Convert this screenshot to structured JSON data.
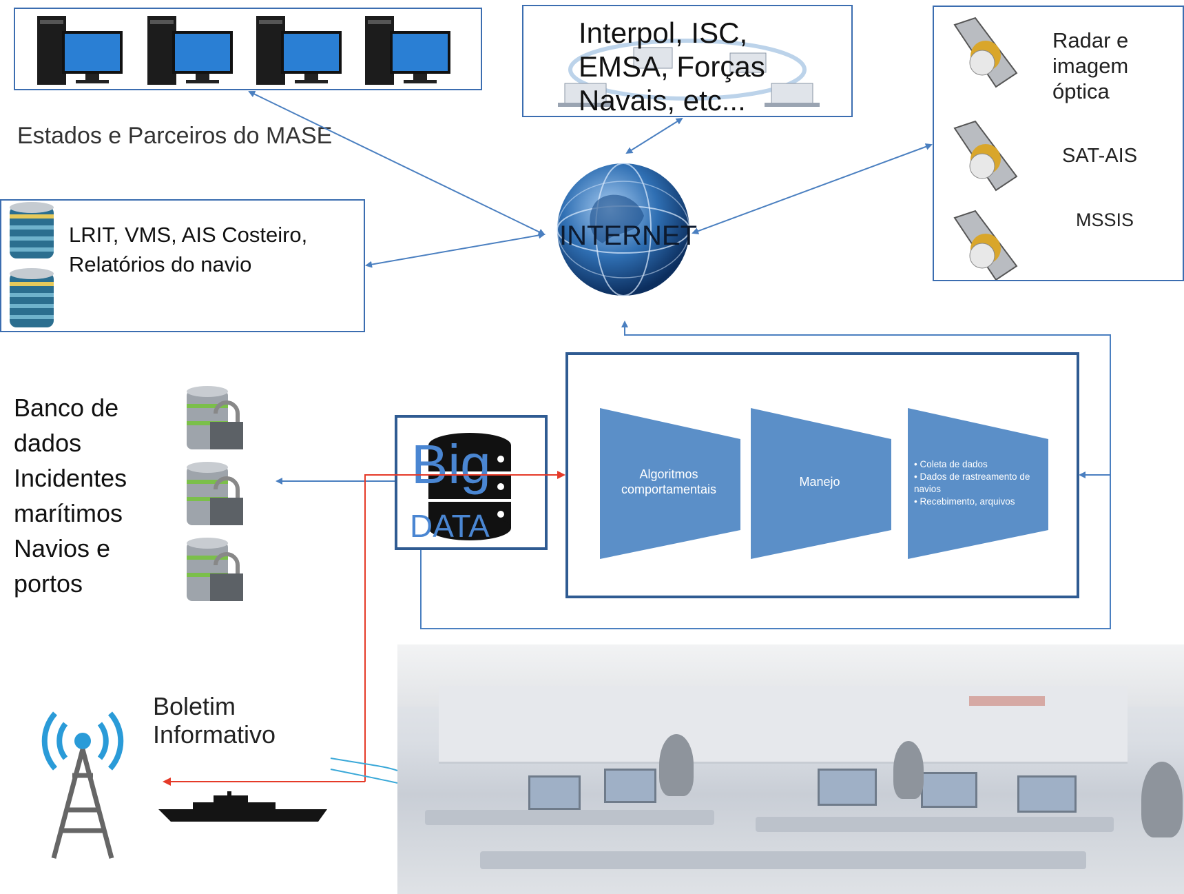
{
  "states_label": "Estados e Parceiros do MASE",
  "interpol_text": "Interpol, ISC, EMSA, Forças Navais, etc...",
  "satellite_labels": {
    "radar": "Radar e imagem óptica",
    "sat_ais": "SAT-AIS",
    "mssis": "MSSIS"
  },
  "lrit_text": "LRIT, VMS, AIS Costeiro, Relatórios do navio",
  "internet_label": "INTERNET",
  "database_text": "Banco de dados Incidentes marítimos Navios e portos",
  "big_data": {
    "big": "Big",
    "data": "DATA"
  },
  "process": {
    "step1": "Algoritmos comportamentais",
    "step2": "Manejo",
    "step3_bullets": [
      "Coleta de dados",
      "Dados de rastreamento de navios",
      "Recebimento, arquivos"
    ]
  },
  "boletim_text": "Boletim Informativo",
  "colors": {
    "accent": "#3b6db0",
    "arrow": "#4a7fc0",
    "red_arrow": "#e53a28",
    "process_fill": "#5b8fc8"
  }
}
